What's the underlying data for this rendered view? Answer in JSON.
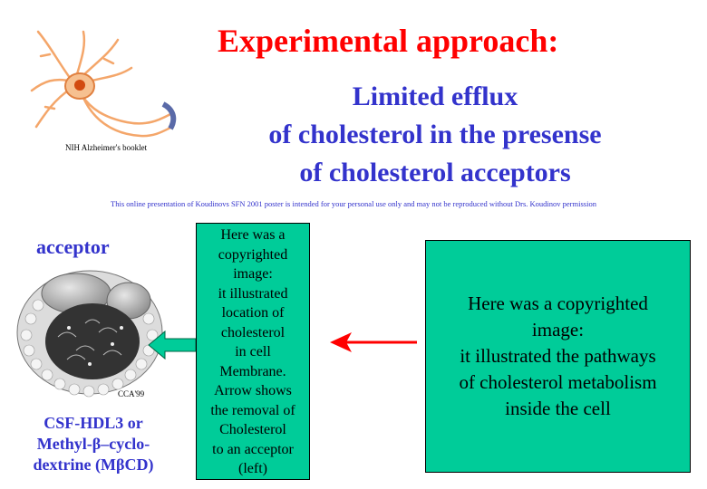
{
  "title": "Experimental approach:",
  "subtitle": [
    "Limited efflux",
    "of cholesterol in the presense",
    "of cholesterol acceptors"
  ],
  "neuron_credit": "NIH Alzheimer's booklet",
  "notice": "This online presentation of Koudinovs SFN 2001 poster is intended for your personal use only and may not be reproduced without Drs. Koudinov permission",
  "acceptor_label": "acceptor",
  "acceptor_image_credit": "CCA'99",
  "acceptor_names": [
    "CSF-HDL3 or",
    "Methyl-β–cyclo-",
    "dextrine (MβCD)"
  ],
  "membrane_box": [
    "Here was a",
    "copyrighted",
    "image:",
    "it illustrated",
    "location of",
    "cholesterol",
    "in cell",
    "Membrane.",
    "Arrow shows",
    "the removal of",
    "Cholesterol",
    "to an acceptor",
    "(left)"
  ],
  "pathways_box": [
    "Here was a copyrighted",
    "image:",
    "it illustrated the pathways",
    "of cholesterol metabolism",
    "inside the cell"
  ],
  "colors": {
    "title": "#ff0000",
    "subtitle": "#3333cc",
    "box": "#00cc99",
    "red_arrow": "#ff0000",
    "green_arrow": "#00cc99"
  }
}
